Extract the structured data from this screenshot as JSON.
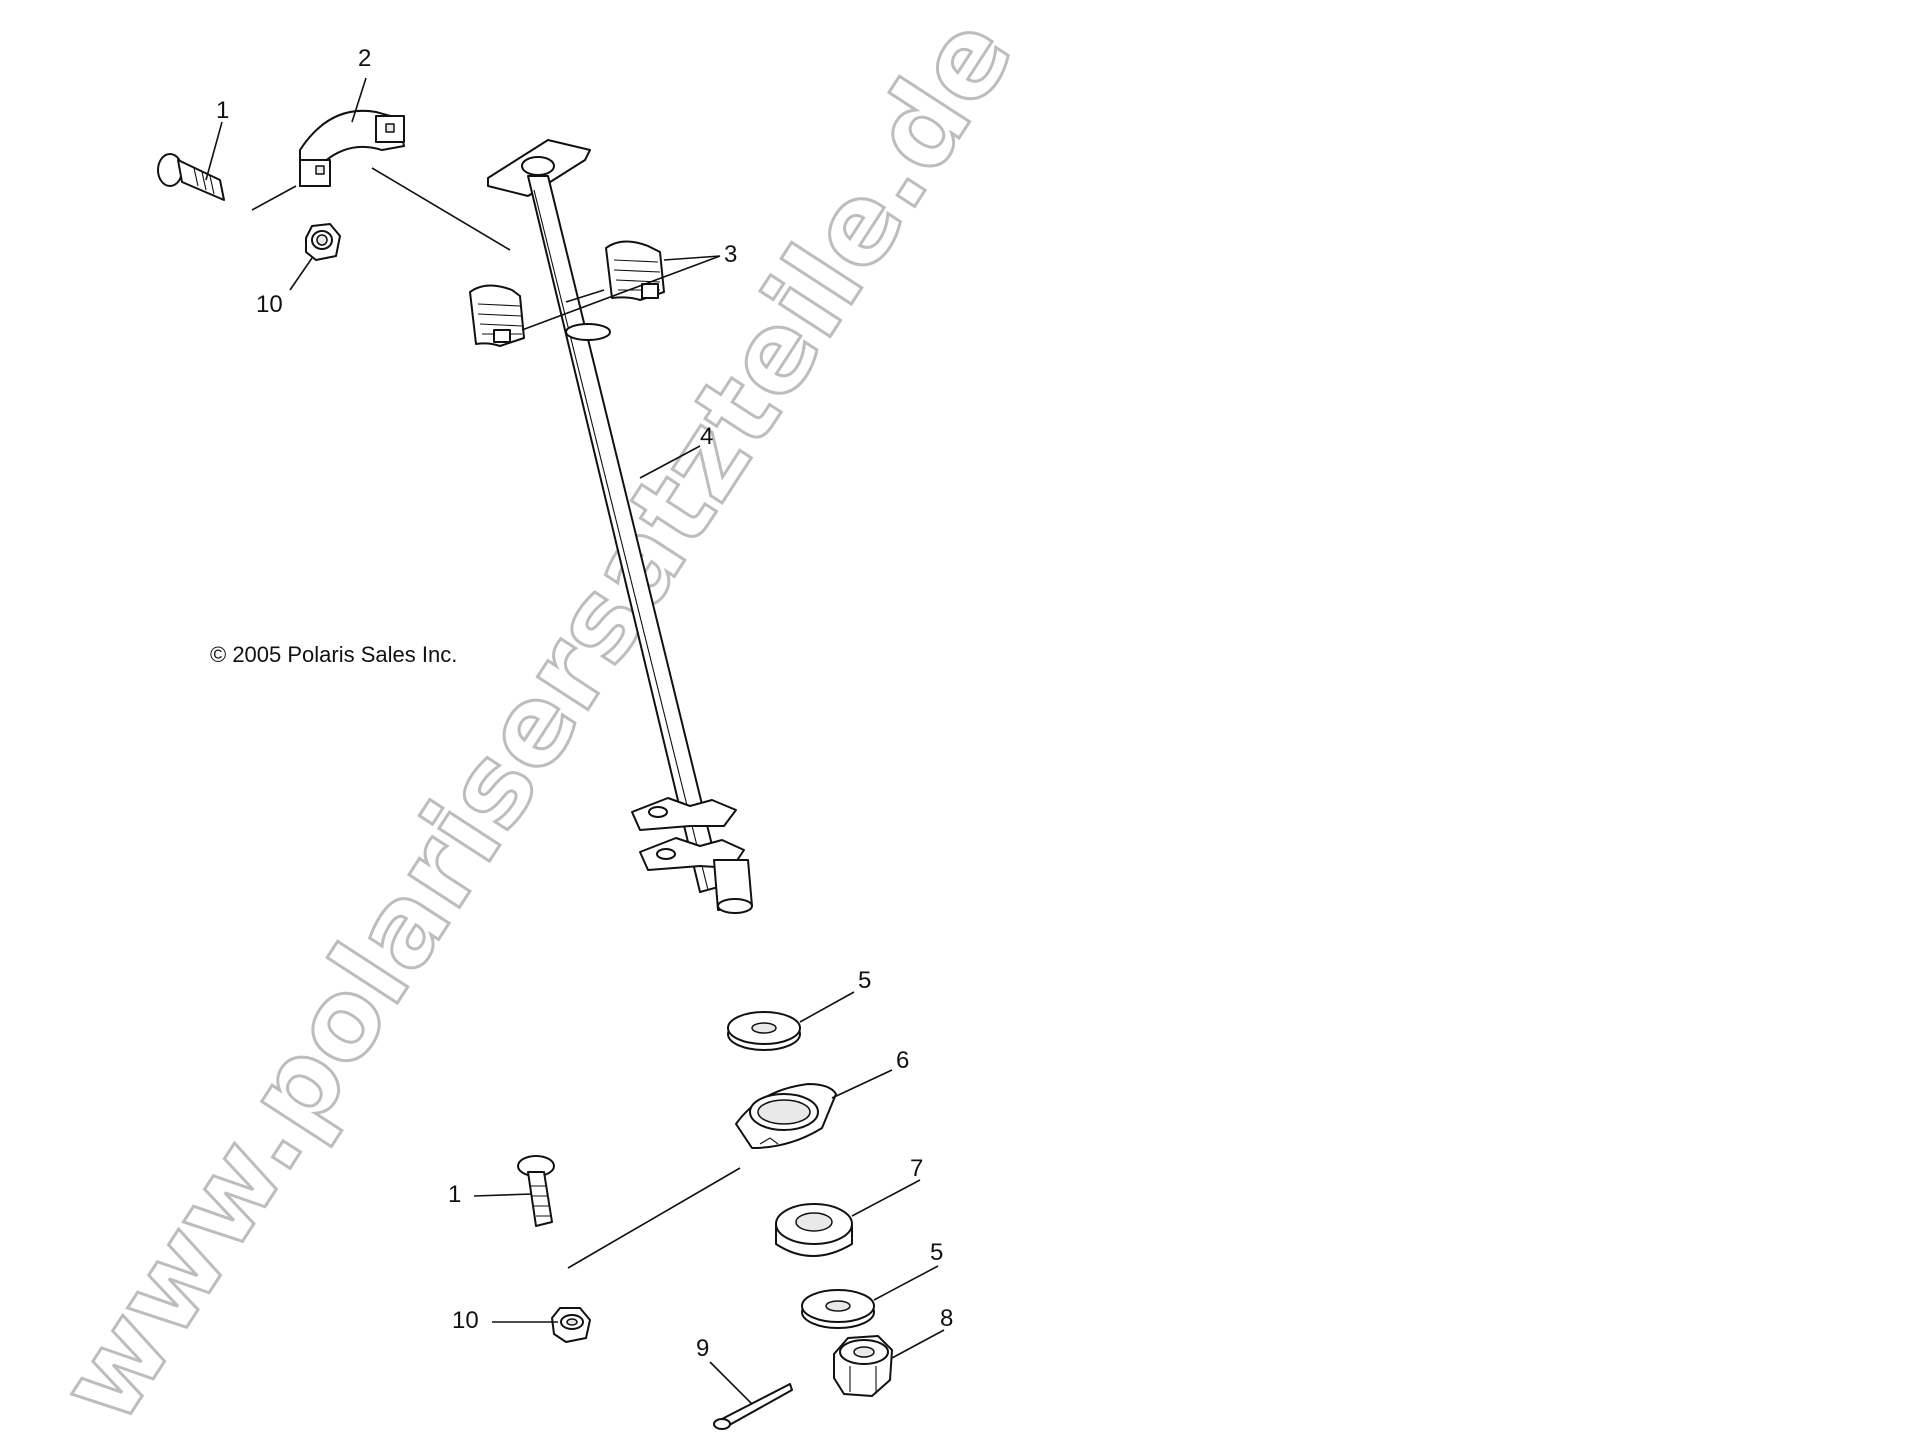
{
  "watermark": "www.polarisersatzteile.de",
  "copyright": "© 2005 Polaris Sales Inc.",
  "callouts": {
    "bolt_top": "1",
    "clamp": "2",
    "bushings": "3",
    "steering_post": "4",
    "washer_a": "5",
    "retainer": "6",
    "bearing": "7",
    "washer_b": "5",
    "nut": "8",
    "cotter_pin": "9",
    "bolt_bottom": "1",
    "flange_nut_top": "10",
    "flange_nut_bottom": "10"
  }
}
